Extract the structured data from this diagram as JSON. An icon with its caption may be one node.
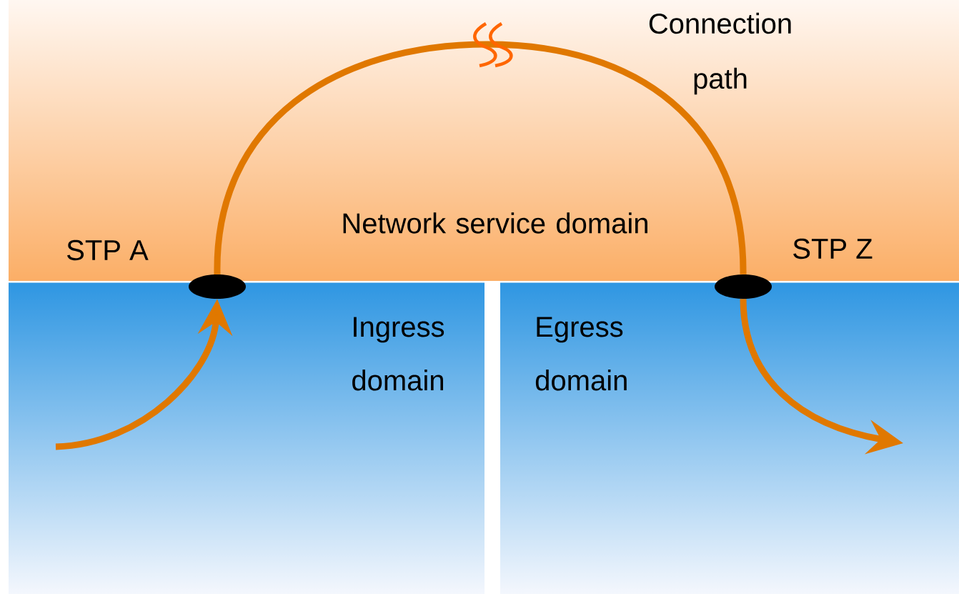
{
  "diagram": {
    "nodes": [
      {
        "text": [
          "Network service domain"
        ]
      },
      {
        "text": [
          "Ingress domain"
        ]
      },
      {
        "text": [
          "Egress domain"
        ]
      },
      {
        "text": [],
        "shape": "ellipse",
        "beside": [
          "STP A"
        ]
      },
      {
        "text": [],
        "shape": "ellipse",
        "beside": [
          "STP Z"
        ]
      }
    ],
    "edges": [
      {
        "from": null,
        "to": 3,
        "arrow": "to"
      },
      {
        "from": 3,
        "to": 4,
        "arrow": "none",
        "label": "Connection path"
      },
      {
        "from": 4,
        "to": null,
        "arrow": "to"
      }
    ]
  }
}
